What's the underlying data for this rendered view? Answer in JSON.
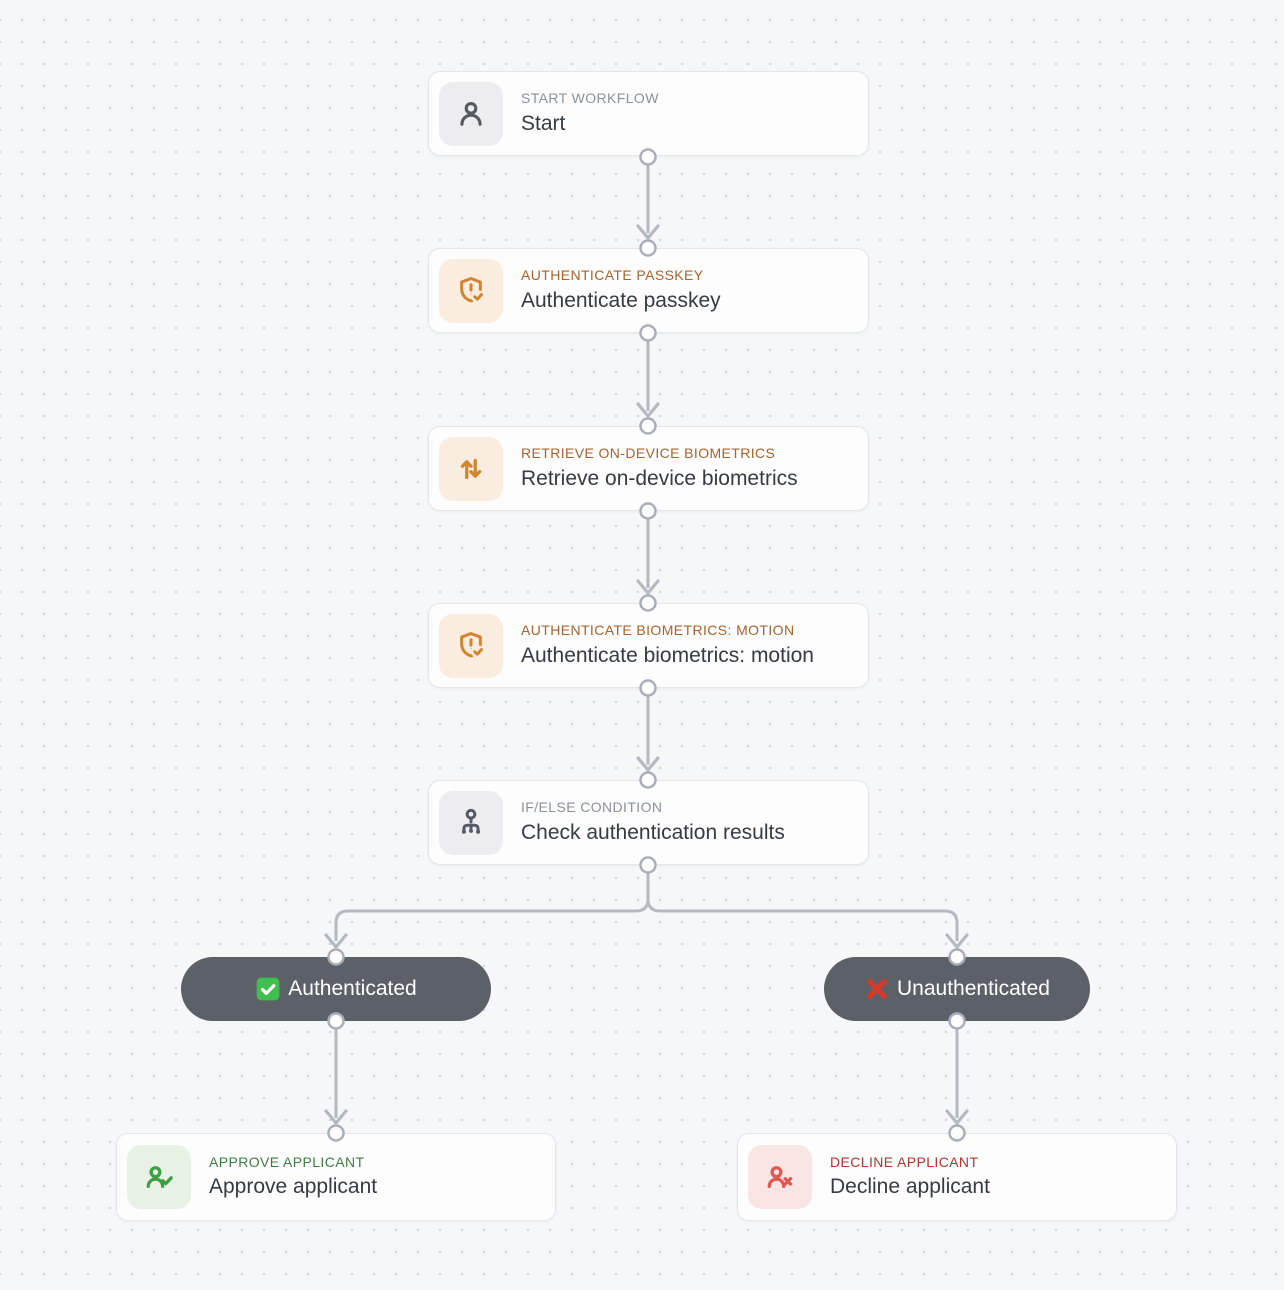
{
  "app": {
    "name": "Workflow canvas"
  },
  "colors": {
    "canvas_background": "#f6f7f9",
    "connector": "#b4b9c2",
    "pill_background": "#5c6067",
    "accent_orange": "#a8622c",
    "accent_green": "#3e7d42",
    "accent_red": "#b2342c",
    "node_title": "#363b42",
    "label_gray": "#8b9099"
  },
  "nodes": {
    "start": {
      "category": "START WORKFLOW",
      "title": "Start",
      "icon": "user-icon"
    },
    "authenticate_passkey": {
      "category": "AUTHENTICATE PASSKEY",
      "title": "Authenticate passkey",
      "icon": "shield-check-icon"
    },
    "retrieve_biometrics": {
      "category": "RETRIEVE ON-DEVICE BIOMETRICS",
      "title": "Retrieve on-device biometrics",
      "icon": "arrows-up-down-icon"
    },
    "authenticate_motion": {
      "category": "AUTHENTICATE BIOMETRICS: MOTION",
      "title": "Authenticate biometrics: motion",
      "icon": "shield-check-icon"
    },
    "check_results": {
      "category": "IF/ELSE CONDITION",
      "title": "Check authentication results",
      "icon": "branch-split-icon"
    },
    "approve": {
      "category": "APPROVE APPLICANT",
      "title": "Approve applicant",
      "icon": "user-check-icon"
    },
    "decline": {
      "category": "DECLINE APPLICANT",
      "title": "Decline applicant",
      "icon": "user-x-icon"
    }
  },
  "branches": {
    "authenticated": {
      "label": "Authenticated",
      "icon": "check-mark-emoji-icon"
    },
    "unauthenticated": {
      "label": "Unauthenticated",
      "icon": "cross-mark-emoji-icon"
    }
  }
}
